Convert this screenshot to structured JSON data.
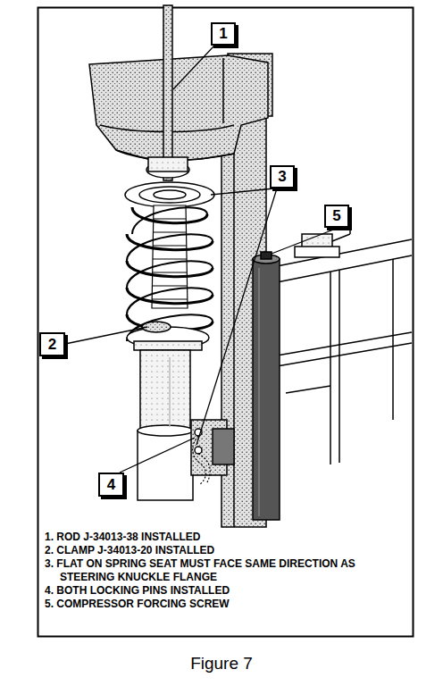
{
  "diagram": {
    "caption": "Figure 7",
    "nodes": [
      {
        "text": [
          "1"
        ]
      },
      {
        "text": [
          "3"
        ]
      },
      {
        "text": [
          "5"
        ]
      },
      {
        "text": [
          "2"
        ]
      },
      {
        "text": [
          "4"
        ]
      }
    ],
    "labels": [
      "1. ROD J-34013-38 INSTALLED",
      "2. CLAMP J-34013-20 INSTALLED",
      "3. FLAT ON SPRING SEAT MUST FACE SAME DIRECTION AS STEERING KNUCKLE FLANGE",
      "4. BOTH LOCKING PINS INSTALLED",
      "5. COMPRESSOR FORCING SCREW"
    ]
  }
}
